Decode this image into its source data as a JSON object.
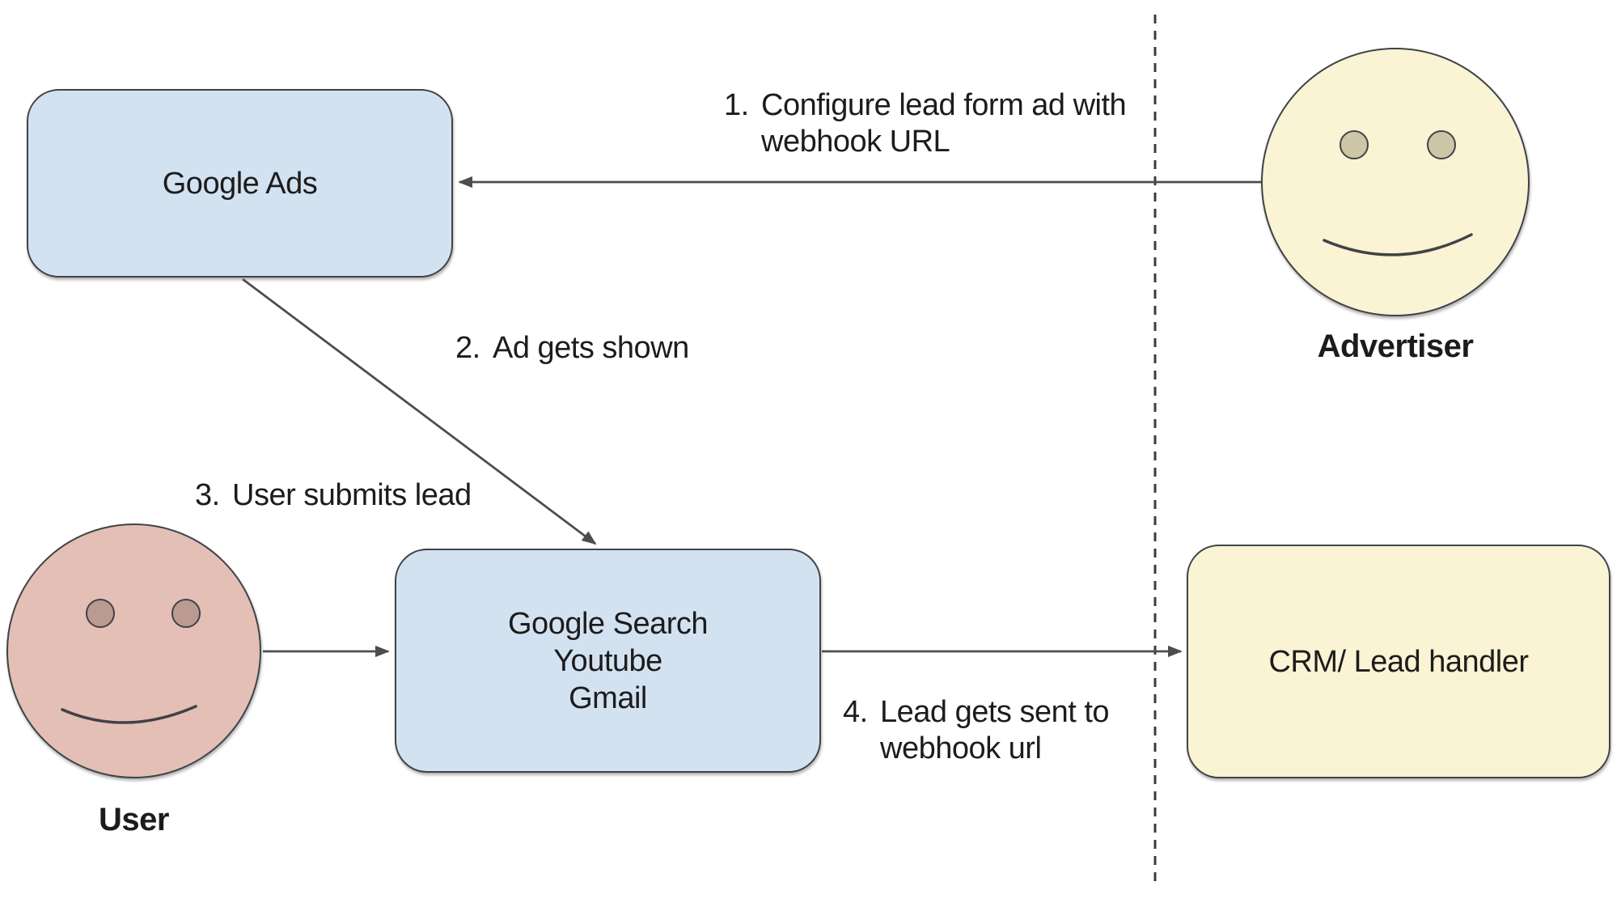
{
  "diagram": {
    "nodes": {
      "google_ads": {
        "label": "Google Ads"
      },
      "platforms": {
        "line1": "Google Search",
        "line2": "Youtube",
        "line3": "Gmail"
      },
      "crm": {
        "label": "CRM/ Lead handler"
      }
    },
    "actors": {
      "advertiser": {
        "label": "Advertiser"
      },
      "user": {
        "label": "User"
      }
    },
    "steps": {
      "s1": {
        "num": "1.",
        "line1": "Configure lead form ad with",
        "line2": "webhook URL"
      },
      "s2": {
        "num": "2.",
        "line1": "Ad gets shown"
      },
      "s3": {
        "num": "3.",
        "line1": "User submits lead"
      },
      "s4": {
        "num": "4.",
        "line1": "Lead gets sent to",
        "line2": "webhook url"
      }
    },
    "colors": {
      "blue_fill": "#d3e2f0",
      "yellow_fill": "#faf3d4",
      "pink_fill": "#e3bfb5",
      "user_eye": "#bb9a92",
      "advertiser_eye": "#cdc7a7",
      "stroke": "#3f4347",
      "arrow": "#4d4d4d",
      "text": "#1c1c1c",
      "canvas": "#ffffff"
    }
  }
}
